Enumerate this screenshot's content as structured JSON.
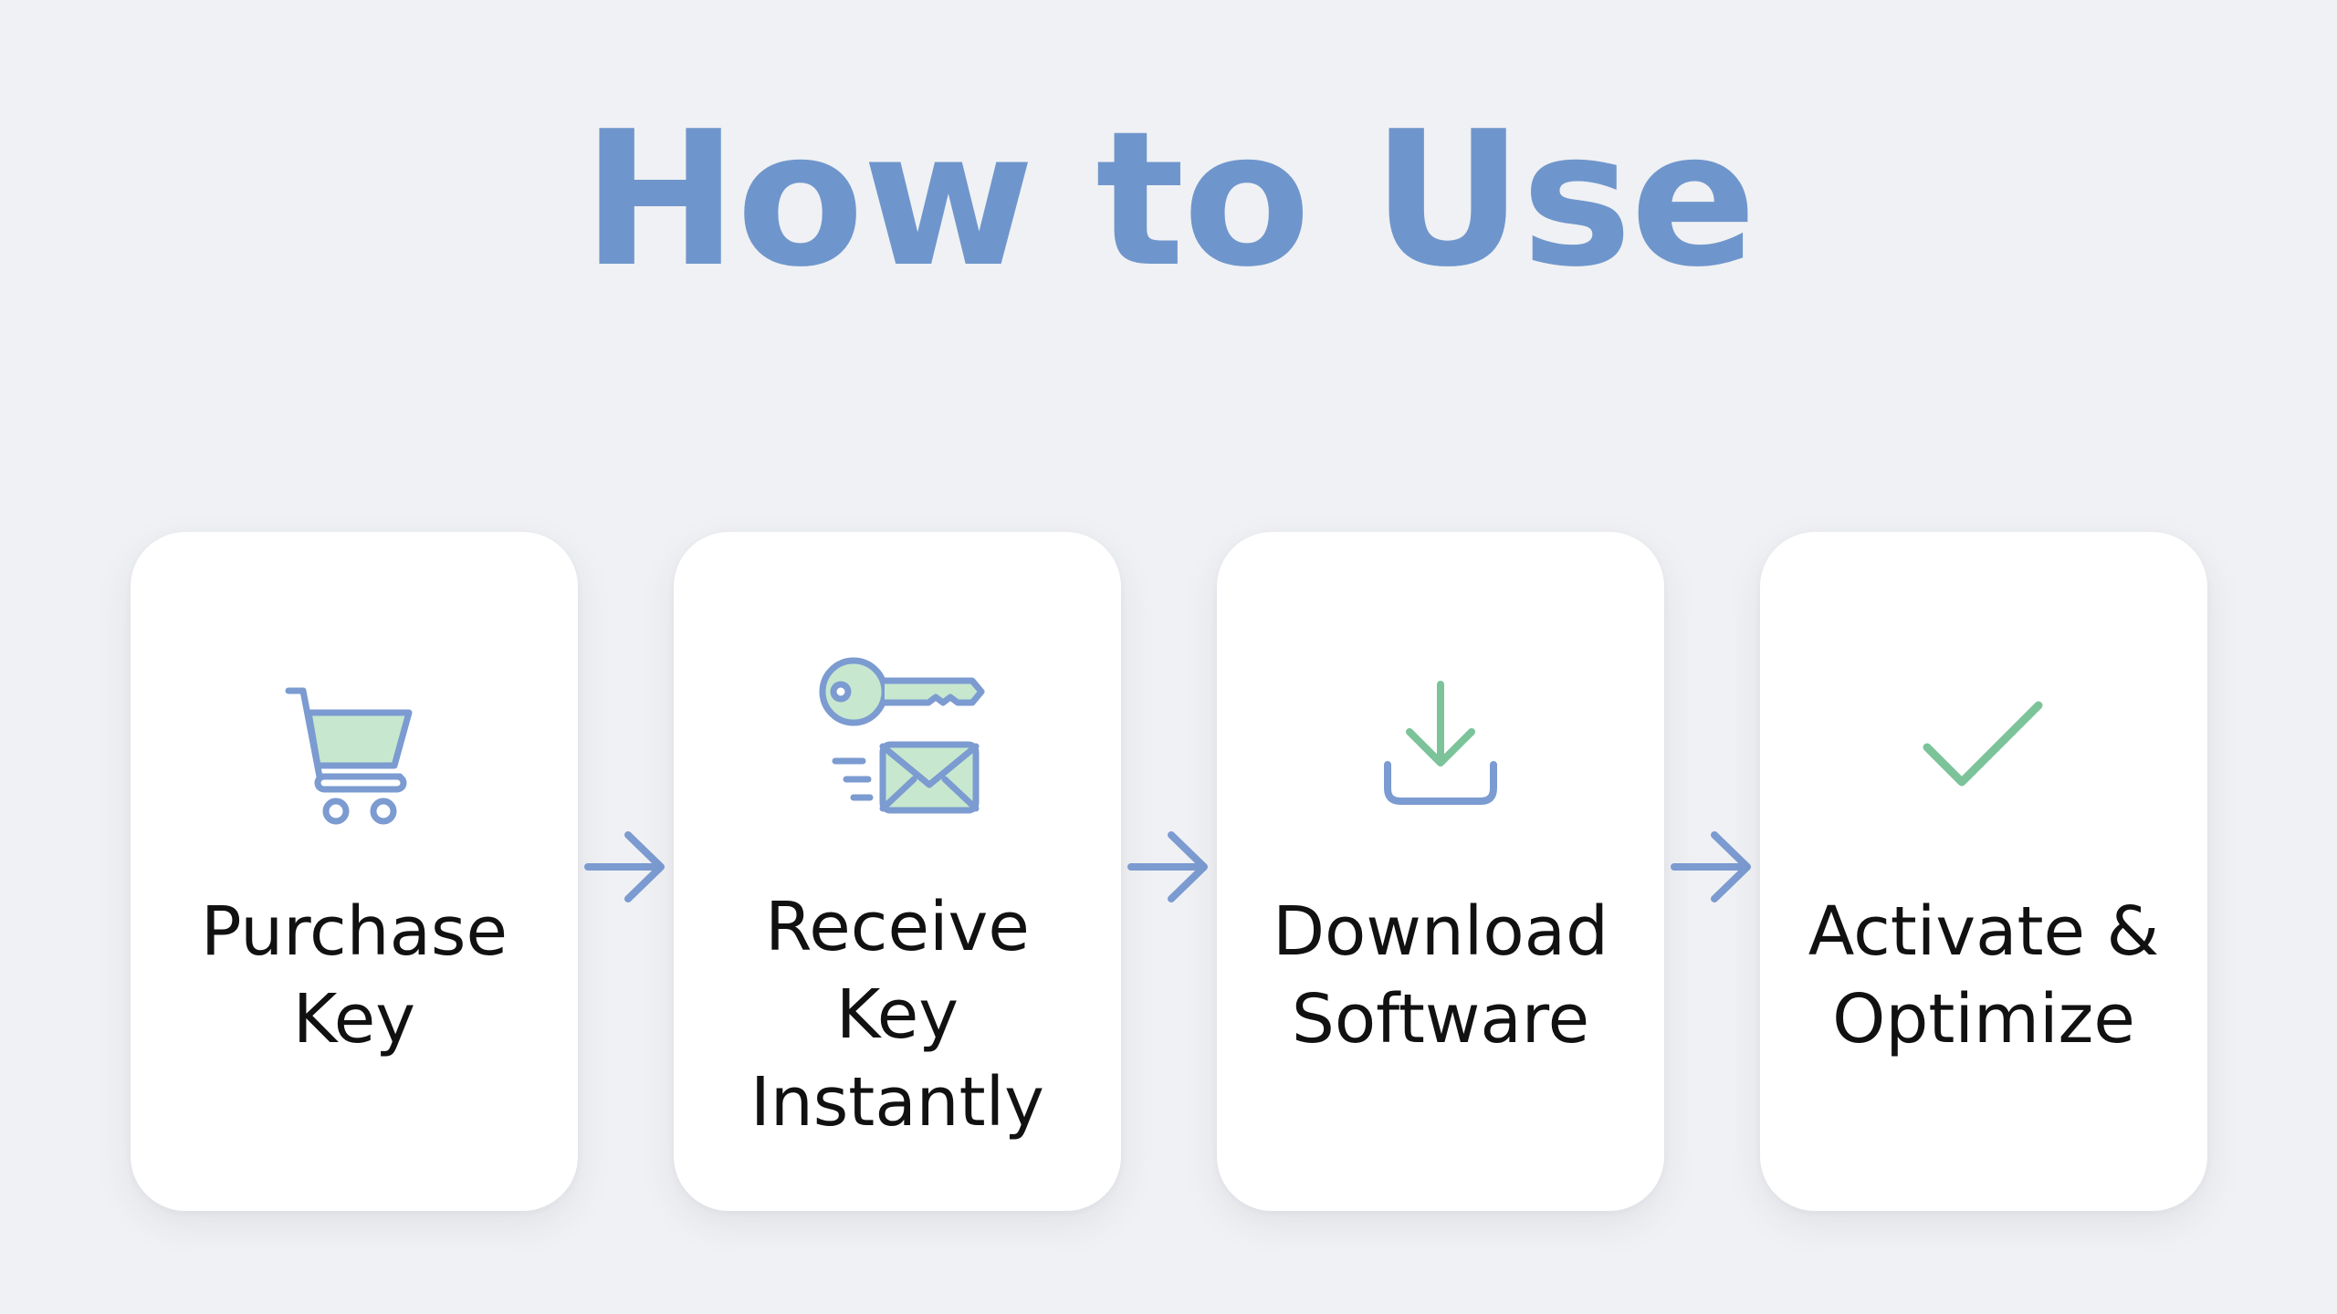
{
  "title": "How to Use",
  "colors": {
    "accent_blue": "#7b9bd1",
    "accent_green": "#7cc39a",
    "fill_green": "#c7e8cf",
    "background": "#f0f1f4",
    "card": "#ffffff",
    "text": "#111111"
  },
  "steps": [
    {
      "label": "Purchase\nKey",
      "icon": "shopping-cart-icon"
    },
    {
      "label": "Receive\nKey\nInstantly",
      "icon": "key-envelope-icon"
    },
    {
      "label": "Download\nSoftware",
      "icon": "download-icon"
    },
    {
      "label": "Activate &\nOptimize",
      "icon": "checkmark-icon"
    }
  ],
  "connector_icon": "arrow-right-icon"
}
